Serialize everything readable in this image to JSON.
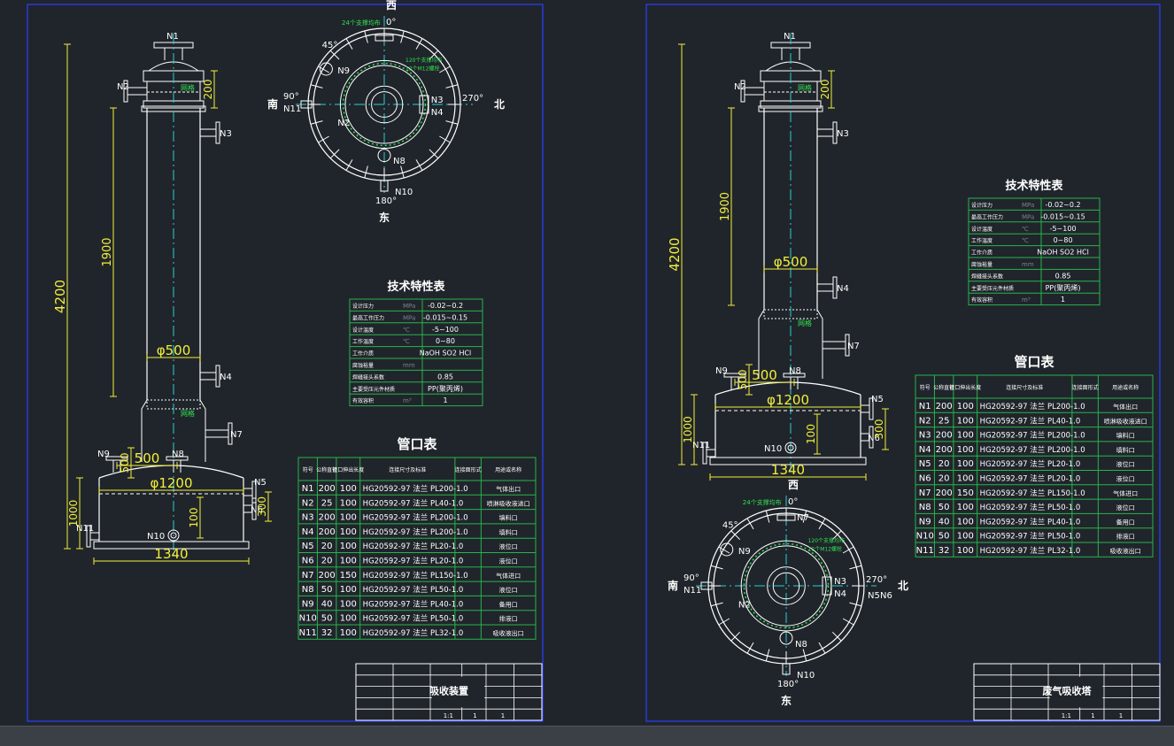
{
  "colors": {
    "background": "#20252b",
    "frame": "#2b3cf2",
    "outline": "#ffffff",
    "dimension": "#f2ef3a",
    "centerline": "#27d0d6",
    "table": "#28b34d",
    "note": "#30e050"
  },
  "left_sheet": {
    "vessel_labels": {
      "n1": "N1",
      "n2": "N2",
      "n3": "N3",
      "n4": "N4",
      "n5": "N5",
      "n6": "N6",
      "n7": "N7",
      "n8": "N8",
      "n9": "N9",
      "n10": "N10",
      "n11": "N11",
      "packing1": "网格",
      "packing2": "网格"
    },
    "dimensions": {
      "overall": "4200",
      "mid": "1900",
      "top": "200",
      "low": "500",
      "base": "1000",
      "tank_w": "1340",
      "tank_d": "φ1200",
      "col_d": "φ500",
      "pipe_w": "500",
      "inner": "100",
      "nozzle": "300"
    },
    "plan": {
      "north_mark": "西",
      "south_mark": "东",
      "west_mark": "南",
      "east_mark": "北",
      "a0": "0°",
      "a45": "45°",
      "a90": "90°",
      "a180": "180°",
      "a270": "270°",
      "note": "24个支撑均布",
      "note2": "120个支撑均布",
      "note3": "12个M12螺栓"
    },
    "spec_title": "技术特性表",
    "specs": [
      {
        "name": "设计压力",
        "unit": "MPa",
        "value": "-0.02~0.2"
      },
      {
        "name": "最高工作压力",
        "unit": "MPa",
        "value": "-0.015~0.15"
      },
      {
        "name": "设计温度",
        "unit": "℃",
        "value": "-5~100"
      },
      {
        "name": "工作温度",
        "unit": "℃",
        "value": "0~80"
      },
      {
        "name": "工作介质",
        "unit": "",
        "value": "NaOH  SO2  HCl"
      },
      {
        "name": "腐蚀裕量",
        "unit": "mm",
        "value": ""
      },
      {
        "name": "焊缝接头系数",
        "unit": "",
        "value": "0.85"
      },
      {
        "name": "主要受压元件材质",
        "unit": "",
        "value": "PP(聚丙烯)"
      },
      {
        "name": "有效容积",
        "unit": "m³",
        "value": "1"
      }
    ],
    "nozzle_title": "管口表",
    "nozzle_headers": [
      "符号",
      "公称直径",
      "管口伸出长度",
      "连接尺寸及标准",
      "连接面形式",
      "用途或名称"
    ],
    "nozzles": [
      [
        "N1",
        "200",
        "100",
        "HG20592-97 法兰 PL200-1.0",
        "",
        "气体出口"
      ],
      [
        "N2",
        "25",
        "100",
        "HG20592-97 法兰 PL40-1.0",
        "",
        "喷淋吸收液进口"
      ],
      [
        "N3",
        "200",
        "100",
        "HG20592-97 法兰 PL200-1.0",
        "",
        "填料口"
      ],
      [
        "N4",
        "200",
        "100",
        "HG20592-97 法兰 PL200-1.0",
        "",
        "填料口"
      ],
      [
        "N5",
        "20",
        "100",
        "HG20592-97 法兰 PL20-1.0",
        "",
        "液位口"
      ],
      [
        "N6",
        "20",
        "100",
        "HG20592-97 法兰 PL20-1.0",
        "",
        "液位口"
      ],
      [
        "N7",
        "200",
        "150",
        "HG20592-97 法兰 PL150-1.0",
        "",
        "气体进口"
      ],
      [
        "N8",
        "50",
        "100",
        "HG20592-97 法兰 PL50-1.0",
        "",
        "液位口"
      ],
      [
        "N9",
        "40",
        "100",
        "HG20592-97 法兰 PL40-1.0",
        "",
        "备用口"
      ],
      [
        "N10",
        "50",
        "100",
        "HG20592-97 法兰 PL50-1.0",
        "",
        "排液口"
      ],
      [
        "N11",
        "32",
        "100",
        "HG20592-97 法兰 PL32-1.0",
        "",
        "吸收液出口"
      ]
    ],
    "title_block": {
      "name": "吸收装置",
      "scale": "1:1",
      "sheet": "1",
      "sheets": "1"
    }
  },
  "right_sheet": {
    "vessel_labels": {
      "n1": "N1",
      "n2": "N2",
      "n3": "N3",
      "n4": "N4",
      "n5": "N5",
      "n6": "N6",
      "n7": "N7",
      "n8": "N8",
      "n9": "N9",
      "n10": "N10",
      "n11": "N11",
      "packing1": "网格",
      "packing2": "网格"
    },
    "dimensions": {
      "overall": "4200",
      "mid": "1900",
      "top": "200",
      "low": "500",
      "base": "1000",
      "tank_w": "1340",
      "tank_d": "φ1200",
      "col_d": "φ500",
      "pipe_w": "500",
      "inner": "100",
      "nozzle": "300"
    },
    "plan": {
      "north_mark": "西",
      "south_mark": "东",
      "west_mark": "南",
      "east_mark": "北",
      "a0": "0°",
      "a45": "45°",
      "a90": "90°",
      "a180": "180°",
      "a270": "270°",
      "note": "24个支撑均布",
      "note2": "120个支撑均布",
      "note3": "12个M12螺栓"
    },
    "spec_title": "技术特性表",
    "specs": [
      {
        "name": "设计压力",
        "unit": "MPa",
        "value": "-0.02~0.2"
      },
      {
        "name": "最高工作压力",
        "unit": "MPa",
        "value": "-0.015~0.15"
      },
      {
        "name": "设计温度",
        "unit": "℃",
        "value": "-5~100"
      },
      {
        "name": "工作温度",
        "unit": "℃",
        "value": "0~80"
      },
      {
        "name": "工作介质",
        "unit": "",
        "value": "NaOH  SO2  HCl"
      },
      {
        "name": "腐蚀裕量",
        "unit": "mm",
        "value": ""
      },
      {
        "name": "焊缝接头系数",
        "unit": "",
        "value": "0.85"
      },
      {
        "name": "主要受压元件材质",
        "unit": "",
        "value": "PP(聚丙烯)"
      },
      {
        "name": "有效容积",
        "unit": "m³",
        "value": "1"
      }
    ],
    "nozzle_title": "管口表",
    "nozzle_headers": [
      "符号",
      "公称直径",
      "管口伸出长度",
      "连接尺寸及标准",
      "连接面形式",
      "用途或名称"
    ],
    "nozzles": [
      [
        "N1",
        "200",
        "100",
        "HG20592-97 法兰 PL200-1.0",
        "",
        "气体出口"
      ],
      [
        "N2",
        "25",
        "100",
        "HG20592-97 法兰 PL40-1.0",
        "",
        "喷淋吸收液进口"
      ],
      [
        "N3",
        "200",
        "100",
        "HG20592-97 法兰 PL200-1.0",
        "",
        "填料口"
      ],
      [
        "N4",
        "200",
        "100",
        "HG20592-97 法兰 PL200-1.0",
        "",
        "填料口"
      ],
      [
        "N5",
        "20",
        "100",
        "HG20592-97 法兰 PL20-1.0",
        "",
        "液位口"
      ],
      [
        "N6",
        "20",
        "100",
        "HG20592-97 法兰 PL20-1.0",
        "",
        "液位口"
      ],
      [
        "N7",
        "200",
        "150",
        "HG20592-97 法兰 PL150-1.0",
        "",
        "气体进口"
      ],
      [
        "N8",
        "50",
        "100",
        "HG20592-97 法兰 PL50-1.0",
        "",
        "液位口"
      ],
      [
        "N9",
        "40",
        "100",
        "HG20592-97 法兰 PL40-1.0",
        "",
        "备用口"
      ],
      [
        "N10",
        "50",
        "100",
        "HG20592-97 法兰 PL50-1.0",
        "",
        "排液口"
      ],
      [
        "N11",
        "32",
        "100",
        "HG20592-97 法兰 PL32-1.0",
        "",
        "吸收液出口"
      ]
    ],
    "title_block": {
      "name": "废气吸收塔",
      "scale": "1:1",
      "sheet": "1",
      "sheets": "1"
    }
  }
}
